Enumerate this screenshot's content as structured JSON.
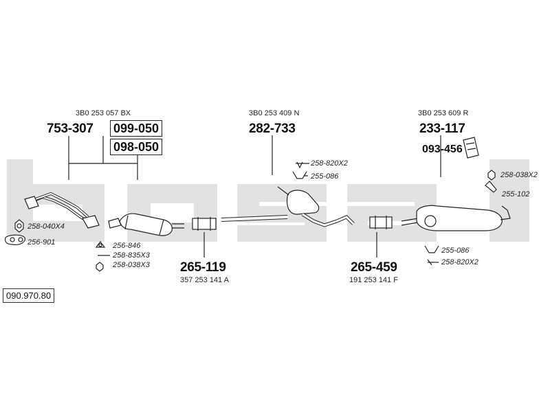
{
  "watermark": {
    "text": "bosal",
    "color": "#dcdcdc"
  },
  "diagram_ref": "090.970.80",
  "main_parts": {
    "front_pipe": {
      "number": "753-307",
      "oem": "3B0 253 057 BX"
    },
    "cat_a": {
      "number": "099-050"
    },
    "cat_b": {
      "number": "098-050"
    },
    "middle_silencer": {
      "number": "282-733",
      "oem": "3B0 253 409 N"
    },
    "rear_silencer": {
      "number": "233-117",
      "oem": "3B0 253 609 R"
    },
    "heat_shield": {
      "number": "093-456"
    },
    "clamp_1": {
      "number": "265-119",
      "oem": "357 253 141 A"
    },
    "clamp_2": {
      "number": "265-459",
      "oem": "191 253 141 F"
    }
  },
  "accessories": {
    "a258_040": "258-040X4",
    "a256_901": "256-901",
    "a256_846": "256-846",
    "a258_835": "258-835X3",
    "a258_038_front": "258-038X3",
    "a258_820_mid": "258-820X2",
    "a255_086_mid": "255-086",
    "a258_038_rear": "258-038X2",
    "a255_102": "255-102",
    "a255_086_rear": "255-086",
    "a258_820_rear": "258-820X2"
  }
}
